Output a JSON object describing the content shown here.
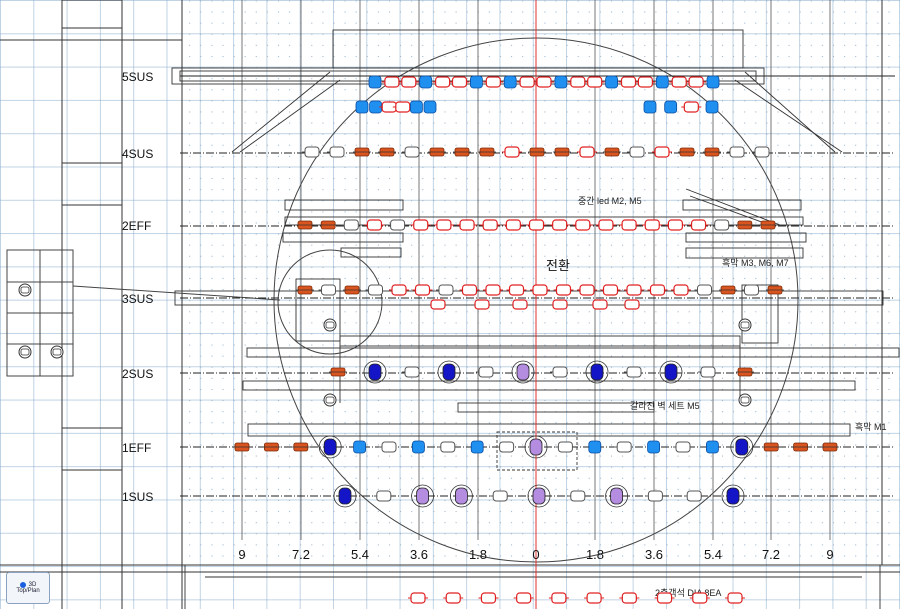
{
  "rows": [
    {
      "label": "5SUS"
    },
    {
      "label": "4SUS"
    },
    {
      "label": "2EFF"
    },
    {
      "label": "3SUS"
    },
    {
      "label": "2SUS"
    },
    {
      "label": "1EFF"
    },
    {
      "label": "1SUS"
    }
  ],
  "scale": [
    "9",
    "7.2",
    "5.4",
    "3.6",
    "1.8",
    "0",
    "1.8",
    "3.6",
    "5.4",
    "7.2",
    "9"
  ],
  "notes": {
    "center_led": "중간 led M2, M5",
    "transition": "전환",
    "black_m3": "흑막 M3, M6, M7",
    "galaxy_set": "갈라진 벽 세트 M5",
    "black_m1": "흑막 M1",
    "balcony": "2층객석 DIA 8EA"
  },
  "view_toggle": {
    "mode": "3D",
    "label": "Top/Plan"
  },
  "colors": {
    "orange_light": "#d9541e",
    "red_light": "#e02020",
    "blue_light": "#1f8ff0",
    "navy_light": "#1515c8",
    "purple_light": "#b48ce0",
    "grey_light": "#555555",
    "center_line": "#e03030"
  },
  "fixtures": [
    {
      "row": "5SUS",
      "items": [
        "blue",
        "red",
        "red",
        "blue",
        "red",
        "red",
        "blue",
        "red",
        "blue",
        "red",
        "red",
        "blue",
        "red",
        "red",
        "blue",
        "red",
        "red",
        "blue",
        "red",
        "red",
        "blue"
      ]
    },
    {
      "row": "5SUS-lower",
      "items": [
        "blue",
        "blue",
        "red",
        "red",
        "blue",
        "blue",
        "blue",
        "blue",
        "red",
        "blue"
      ]
    },
    {
      "row": "4SUS",
      "items": [
        "grey",
        "grey",
        "orange",
        "orange",
        "grey",
        "orange",
        "orange",
        "orange",
        "red",
        "orange",
        "orange",
        "red",
        "orange",
        "grey",
        "red",
        "orange",
        "orange",
        "grey",
        "grey"
      ]
    },
    {
      "row": "2EFF",
      "items": [
        "orange",
        "orange",
        "grey",
        "red",
        "grey",
        "red",
        "red",
        "red",
        "red",
        "red",
        "red",
        "red",
        "red",
        "red",
        "red",
        "red",
        "red",
        "red",
        "grey",
        "orange",
        "orange"
      ]
    },
    {
      "row": "3SUS",
      "items": [
        "orange",
        "grey",
        "orange",
        "grey",
        "red",
        "red",
        "grey",
        "red",
        "red",
        "red",
        "red",
        "red",
        "red",
        "red",
        "red",
        "red",
        "red",
        "grey",
        "orange",
        "grey",
        "orange"
      ]
    },
    {
      "row": "2SUS",
      "items": [
        "orange",
        "navy",
        "grey",
        "navy",
        "grey",
        "purple",
        "grey",
        "navy",
        "grey",
        "navy",
        "grey",
        "orange"
      ]
    },
    {
      "row": "1EFF",
      "items": [
        "orange",
        "orange",
        "orange",
        "navy",
        "blue",
        "grey",
        "blue",
        "grey",
        "blue",
        "grey",
        "purple",
        "grey",
        "blue",
        "grey",
        "blue",
        "grey",
        "blue",
        "navy",
        "orange",
        "orange",
        "orange"
      ]
    },
    {
      "row": "1SUS",
      "items": [
        "navy",
        "grey",
        "purple",
        "purple",
        "grey",
        "purple",
        "grey",
        "purple",
        "grey",
        "grey",
        "navy"
      ]
    },
    {
      "row": "balcony",
      "items": [
        "red",
        "red",
        "red",
        "red",
        "red",
        "red",
        "red",
        "red",
        "red",
        "red"
      ]
    }
  ]
}
